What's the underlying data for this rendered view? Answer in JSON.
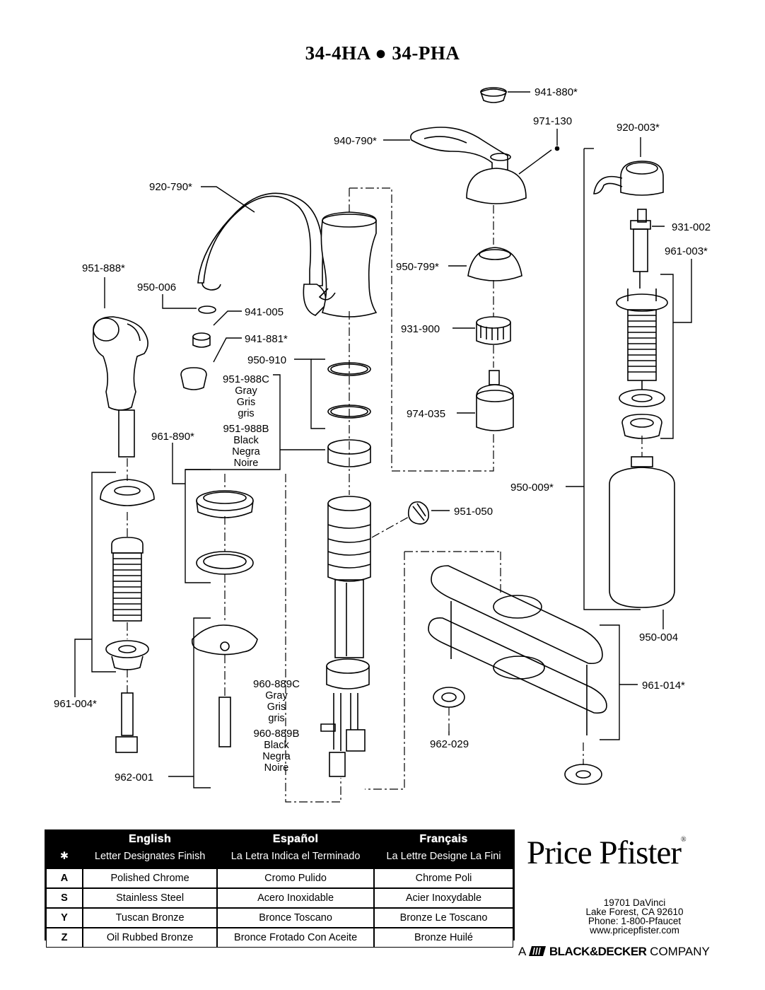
{
  "title": "34-4HA  ●  34-PHA",
  "parts": {
    "p941_880": "941-880*",
    "p971_130": "971-130",
    "p940_790": "940-790*",
    "p920_003": "920-003*",
    "p920_790": "920-790*",
    "p931_002": "931-002",
    "p961_003": "961-003*",
    "p951_888": "951-888*",
    "p950_799": "950-799*",
    "p950_006": "950-006",
    "p941_005": "941-005",
    "p941_881": "941-881*",
    "p931_900": "931-900",
    "p950_910": "950-910",
    "p951_988c": "951-988C",
    "p951_988c_1": "Gray",
    "p951_988c_2": "Gris",
    "p951_988c_3": "gris",
    "p951_988b": "951-988B",
    "p951_988b_1": "Black",
    "p951_988b_2": "Negra",
    "p951_988b_3": "Noire",
    "p974_035": "974-035",
    "p961_890": "961-890*",
    "p950_009": "950-009*",
    "p951_050": "951-050",
    "p950_004": "950-004",
    "p960_889c": "960-889C",
    "p960_889c_1": "Gray",
    "p960_889c_2": "Gris",
    "p960_889c_3": "gris",
    "p960_889b": "960-889B",
    "p960_889b_1": "Black",
    "p960_889b_2": "Negra",
    "p960_889b_3": "Noire",
    "p961_014": "961-014*",
    "p961_004": "961-004*",
    "p962_029": "962-029",
    "p962_001": "962-001"
  },
  "finish_table": {
    "headers": {
      "english": "English",
      "espanol": "Español",
      "francais": "Français"
    },
    "asterisk": "✱",
    "subheaders": {
      "english": "Letter Designates Finish",
      "espanol": "La Letra Indica el Terminado",
      "francais": "La Lettre Designe La Fini"
    },
    "rows": [
      {
        "code": "A",
        "english": "Polished Chrome",
        "espanol": "Cromo Pulido",
        "francais": "Chrome Poli"
      },
      {
        "code": "S",
        "english": "Stainless Steel",
        "espanol": "Acero Inoxidable",
        "francais": "Acier Inoxydable"
      },
      {
        "code": "Y",
        "english": "Tuscan Bronze",
        "espanol": "Bronce Toscano",
        "francais": "Bronze Le Toscano"
      },
      {
        "code": "Z",
        "english": "Oil Rubbed Bronze",
        "espanol": "Bronce Frotado Con Aceite",
        "francais": "Bronze Huilé"
      }
    ]
  },
  "brand": {
    "logo": "Price Pfister",
    "reg": "®",
    "address1": "19701 DaVinci",
    "address2": "Lake Forest, CA 92610",
    "phone": "Phone: 1-800-Pfaucet",
    "website": "www.pricepfister.com",
    "company_prefix": "A",
    "company_bd": "BLACK&DECKER",
    "company_suffix": "COMPANY"
  }
}
